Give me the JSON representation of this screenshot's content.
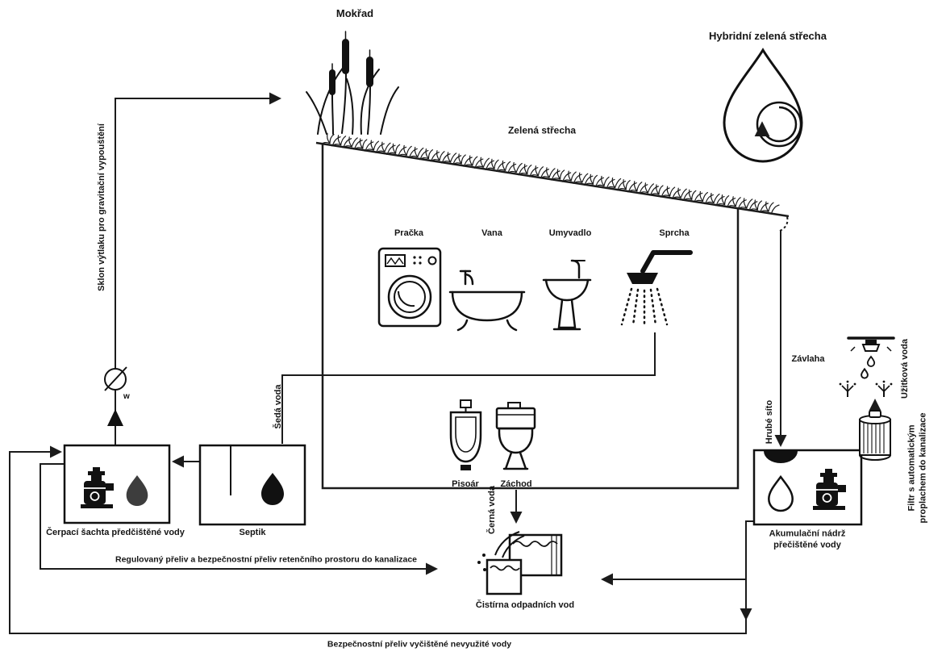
{
  "diagram": {
    "top": {
      "wetland": "Mokřad",
      "hybrid_green_roof": "Hybridní zelená střecha",
      "green_roof": "Zelená střecha"
    },
    "fixtures": {
      "washing_machine": "Pračka",
      "bathtub": "Vana",
      "washbasin": "Umyvadlo",
      "shower": "Sprcha",
      "urinal": "Pisoár",
      "toilet": "Záchod"
    },
    "streams": {
      "grey_water": "Šedá voda",
      "black_water": "Černá voda",
      "coarse_screen": "Hrubé síto",
      "utility_water": "Užitková voda",
      "discharge_slope": "Sklon výtlaku pro gravitační vypouštění",
      "regulated_overflow": "Regulovaný přeliv a bezpečnostní přeliv retenčního prostoru do kanalizace",
      "safety_overflow": "Bezpečnostní přeliv vyčištěné nevyužité vody"
    },
    "units": {
      "pump_shaft": "Čerpací šachta předčištěné vody",
      "septic_tank": "Septik",
      "wwtp": "Čistírna odpadních vod",
      "storage_tank": "Akumulační nádrž přečištěné vody",
      "filter": "Filtr s automatickým proplachem do kanalizace",
      "irrigation": "Závlaha"
    },
    "symbols": {
      "valve_subscript": "w"
    },
    "colors": {
      "line": "#1b1b1b",
      "icon": "#111111",
      "background": "#ffffff"
    }
  }
}
